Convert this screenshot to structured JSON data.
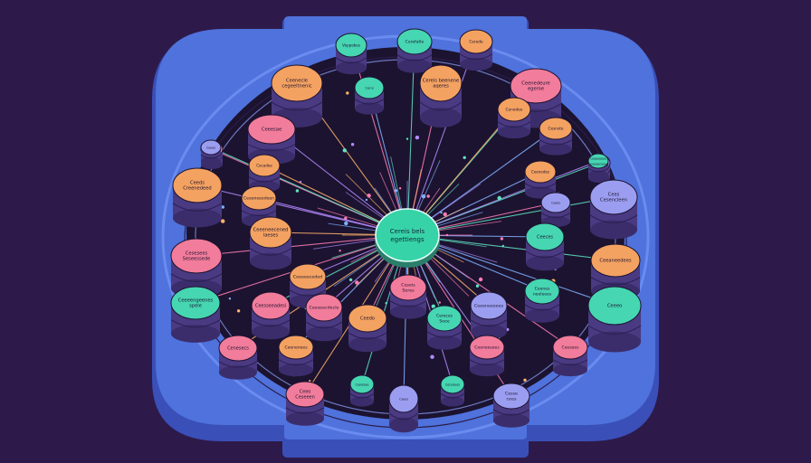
{
  "diagram": {
    "colors": {
      "background": "#2d1a4a",
      "platform": "#4f72dc",
      "platform_shadow": "#3a4fb8",
      "platform_edge": "#6a8cf0",
      "inner": "#1c1330",
      "wire": "#2a1d4a",
      "node_side": "#4a3a82",
      "node_side_dark": "#3b2d6b"
    },
    "hub": {
      "label": "Cereis bels egettiengs",
      "color": "#37d3a8"
    },
    "nodes": [
      {
        "label": "Veppebes",
        "color": "#46d6b2"
      },
      {
        "label": "Cerefatle",
        "color": "#46d6b2"
      },
      {
        "label": "Cerede",
        "color": "#f4a261"
      },
      {
        "label": "Ceenecle cegeeltnenic",
        "color": "#f4a261"
      },
      {
        "label": "Cens",
        "color": "#46d6b2"
      },
      {
        "label": "Cereis beenene aqeres",
        "color": "#f4a261"
      },
      {
        "label": "Ceenedeure egeroe",
        "color": "#f27c9b"
      },
      {
        "label": "Ceeesae",
        "color": "#f27c9b"
      },
      {
        "label": "Cenedee",
        "color": "#f4a261"
      },
      {
        "label": "Cesnste",
        "color": "#f4a261"
      },
      {
        "label": "Cees",
        "color": "#f27c9b"
      },
      {
        "label": "Cees",
        "color": "#9b9ef0"
      },
      {
        "label": "Ceeds Creenedeed",
        "color": "#f4a261"
      },
      {
        "label": "Cecadee",
        "color": "#f4a261"
      },
      {
        "label": "Ceenedes",
        "color": "#f4a261"
      },
      {
        "label": "Ceeis",
        "color": "#9b9ef0"
      },
      {
        "label": "Cees Cesencleen",
        "color": "#9b9ef0"
      },
      {
        "label": "Ceeeneeedeen",
        "color": "#f4a261"
      },
      {
        "label": "Ceeeneecened laeses",
        "color": "#f4a261"
      },
      {
        "label": "Ceeces",
        "color": "#46d6b2"
      },
      {
        "label": "Cesesees Seseessede",
        "color": "#f27c9b"
      },
      {
        "label": "Ceeaneedees",
        "color": "#f4a261"
      },
      {
        "label": "Ceeeeeceded",
        "color": "#f4a261"
      },
      {
        "label": "Ceseis Seres",
        "color": "#f27c9b"
      },
      {
        "label": "Ceenes neeleees",
        "color": "#46d6b2"
      },
      {
        "label": "Ceeeengeenes spele",
        "color": "#46d6b2"
      },
      {
        "label": "Ceesseeadesi",
        "color": "#f27c9b"
      },
      {
        "label": "Ceeseecdecle",
        "color": "#f27c9b"
      },
      {
        "label": "Ceeeneeeees",
        "color": "#9b9ef0"
      },
      {
        "label": "Ceeeo",
        "color": "#46d6b2"
      },
      {
        "label": "Ceedo",
        "color": "#f4a261"
      },
      {
        "label": "Cereces Seee",
        "color": "#46d6b2"
      },
      {
        "label": "Ceeneesees",
        "color": "#f27c9b"
      },
      {
        "label": "Cenesecs",
        "color": "#f27c9b"
      },
      {
        "label": "Ceenenees",
        "color": "#f4a261"
      },
      {
        "label": "Ceesees",
        "color": "#f27c9b"
      },
      {
        "label": "Ceeresee",
        "color": "#46d6b2"
      },
      {
        "label": "Ceceisees",
        "color": "#46d6b2"
      },
      {
        "label": "Ceeo Ceseeen",
        "color": "#f27c9b"
      },
      {
        "label": "Ceeo",
        "color": "#9b9ef0"
      },
      {
        "label": "Cesse cees",
        "color": "#9b9ef0"
      },
      {
        "label": "Ceeeo",
        "color": "#9b9ef0"
      },
      {
        "label": "Ceeeeeeee Ceeeeeeceeees",
        "color": "#46d6b2"
      }
    ]
  }
}
